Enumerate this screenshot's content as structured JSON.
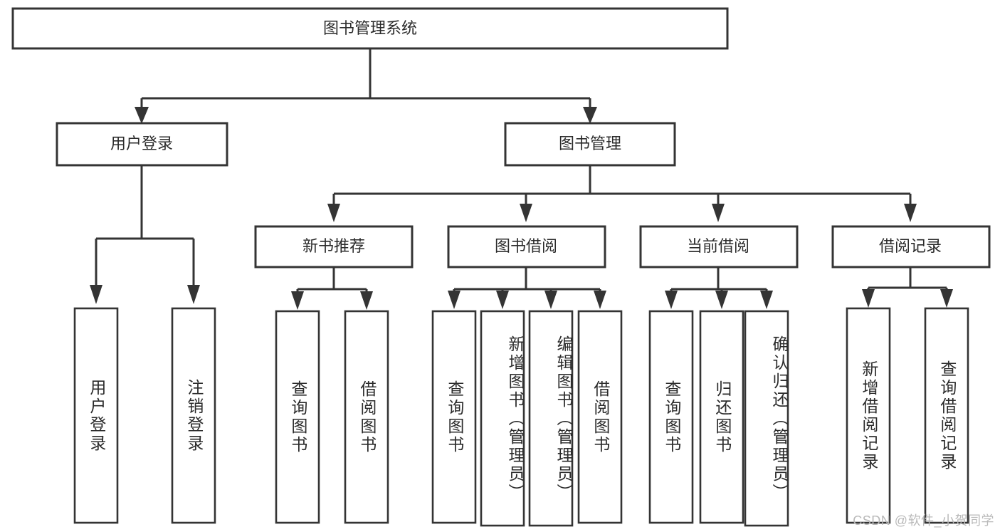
{
  "diagram": {
    "title_node": {
      "label": "图书管理系统"
    },
    "level1": [
      {
        "id": "user-login",
        "label": "用户登录"
      },
      {
        "id": "book-management",
        "label": "图书管理"
      }
    ],
    "level2": [
      {
        "id": "new-book-recommend",
        "label": "新书推荐"
      },
      {
        "id": "book-borrow",
        "label": "图书借阅"
      },
      {
        "id": "current-borrow",
        "label": "当前借阅"
      },
      {
        "id": "borrow-record",
        "label": "借阅记录"
      }
    ],
    "leaves": [
      {
        "id": "leaf-user-login",
        "label": "用户登录",
        "parent": "user-login"
      },
      {
        "id": "leaf-logout-login",
        "label": "注销登录",
        "parent": "user-login"
      },
      {
        "id": "leaf-query-book-1",
        "label": "查询图书",
        "parent": "new-book-recommend"
      },
      {
        "id": "leaf-borrow-book-1",
        "label": "借阅图书",
        "parent": "new-book-recommend"
      },
      {
        "id": "leaf-query-book-2",
        "label": "查询图书",
        "parent": "book-borrow"
      },
      {
        "id": "leaf-add-book",
        "label": "新增图书（管理员）",
        "parent": "book-borrow"
      },
      {
        "id": "leaf-edit-book",
        "label": "编辑图书（管理员）",
        "parent": "book-borrow"
      },
      {
        "id": "leaf-borrow-book-2",
        "label": "借阅图书",
        "parent": "book-borrow"
      },
      {
        "id": "leaf-query-book-3",
        "label": "查询图书",
        "parent": "current-borrow"
      },
      {
        "id": "leaf-return-book",
        "label": "归还图书",
        "parent": "current-borrow"
      },
      {
        "id": "leaf-confirm-return",
        "label": "确认归还（管理员）",
        "parent": "current-borrow"
      },
      {
        "id": "leaf-add-record",
        "label": "新增借阅记录",
        "parent": "borrow-record"
      },
      {
        "id": "leaf-query-record",
        "label": "查询借阅记录",
        "parent": "borrow-record"
      }
    ],
    "watermark": "CSDN @软件_小贺同学",
    "colors": {
      "stroke": "#343434",
      "box_fill": "#ffffff",
      "text": "#2b2b2b",
      "background": "#ffffff",
      "watermark": "#b9b9b9"
    }
  }
}
